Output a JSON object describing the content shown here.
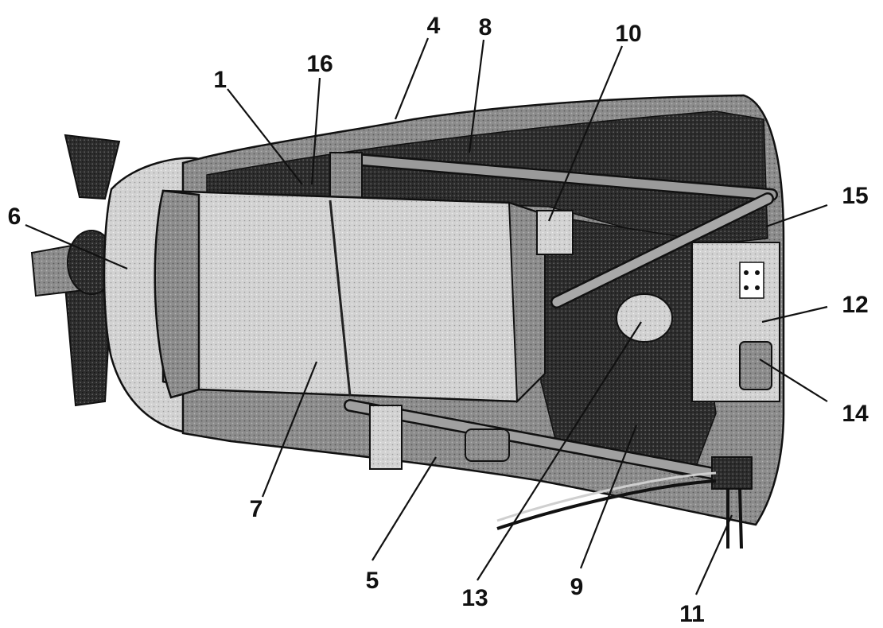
{
  "figure": {
    "subject": "engine-nacelle-cutaway",
    "callouts": [
      {
        "id": "c1",
        "label": "1"
      },
      {
        "id": "c4",
        "label": "4"
      },
      {
        "id": "c5",
        "label": "5"
      },
      {
        "id": "c6",
        "label": "6"
      },
      {
        "id": "c7",
        "label": "7"
      },
      {
        "id": "c8",
        "label": "8"
      },
      {
        "id": "c9",
        "label": "9"
      },
      {
        "id": "c10",
        "label": "10"
      },
      {
        "id": "c11",
        "label": "11"
      },
      {
        "id": "c12",
        "label": "12"
      },
      {
        "id": "c13",
        "label": "13"
      },
      {
        "id": "c14",
        "label": "14"
      },
      {
        "id": "c15",
        "label": "15"
      },
      {
        "id": "c16",
        "label": "16"
      }
    ]
  }
}
